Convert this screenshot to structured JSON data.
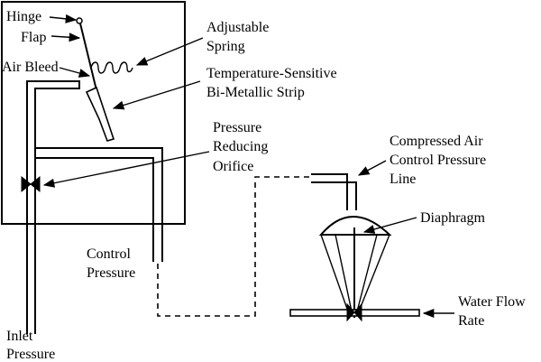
{
  "labels": {
    "hinge": "Hinge",
    "flap": "Flap",
    "air_bleed": "Air Bleed",
    "adjustable_spring_1": "Adjustable",
    "adjustable_spring_2": "Spring",
    "temp_strip_1": "Temperature-Sensitive",
    "temp_strip_2": "Bi-Metallic Strip",
    "pressure_orifice_1": "Pressure",
    "pressure_orifice_2": "Reducing",
    "pressure_orifice_3": "Orifice",
    "compressed_air_1": "Compressed Air",
    "compressed_air_2": "Control Pressure",
    "compressed_air_3": "Line",
    "diaphragm": "Diaphragm",
    "control_pressure_1": "Control",
    "control_pressure_2": "Pressure",
    "water_flow_1": "Water Flow",
    "water_flow_2": "Rate",
    "inlet_pressure_1": "Inlet",
    "inlet_pressure_2": "Pressure"
  }
}
